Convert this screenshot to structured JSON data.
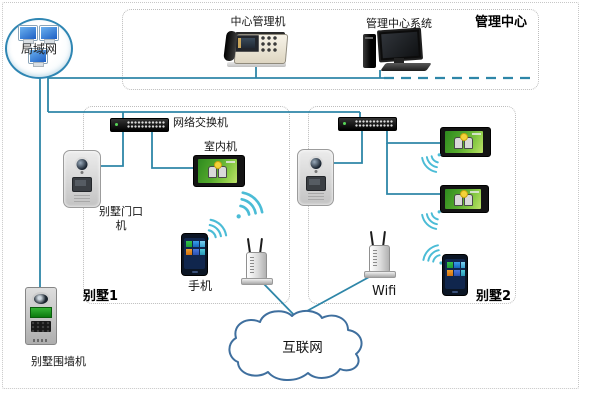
{
  "lan": {
    "label": "局域网"
  },
  "management": {
    "title": "管理中心",
    "console_label": "中心管理机",
    "system_label": "管理中心系统"
  },
  "villa1": {
    "title": "别墅1",
    "switch_label": "网络交换机",
    "indoor_label": "室内机",
    "door_label": "别墅门口机",
    "phone_label": "手机"
  },
  "villa2": {
    "title": "别墅2",
    "wifi_label": "Wifi"
  },
  "internet": {
    "label": "互联网"
  },
  "perimeter": {
    "label": "别墅围墙机"
  },
  "colors": {
    "line": "#2e86a8",
    "wifi_arc": "#4bbcd6",
    "box_border": "#bdbdbd",
    "lan_ring": "#2f86b3",
    "cloud_stroke": "#3f6f9e",
    "screen_green": "#55aa2d"
  }
}
